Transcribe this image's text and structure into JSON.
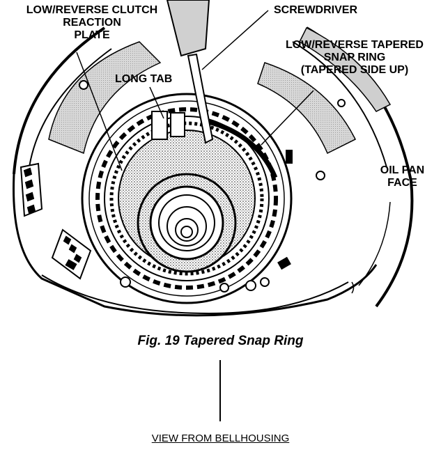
{
  "labels": {
    "reaction_plate": [
      "LOW/REVERSE CLUTCH",
      "REACTION",
      "PLATE"
    ],
    "screwdriver": "SCREWDRIVER",
    "snap_ring": [
      "LOW/REVERSE TAPERED",
      "SNAP RING",
      "(TAPERED SIDE UP)"
    ],
    "long_tab": "LONG TAB",
    "oil_pan_face": [
      "OIL PAN",
      "FACE"
    ]
  },
  "caption": "Fig. 19 Tapered Snap Ring",
  "view_label": "VIEW FROM BELLHOUSING"
}
